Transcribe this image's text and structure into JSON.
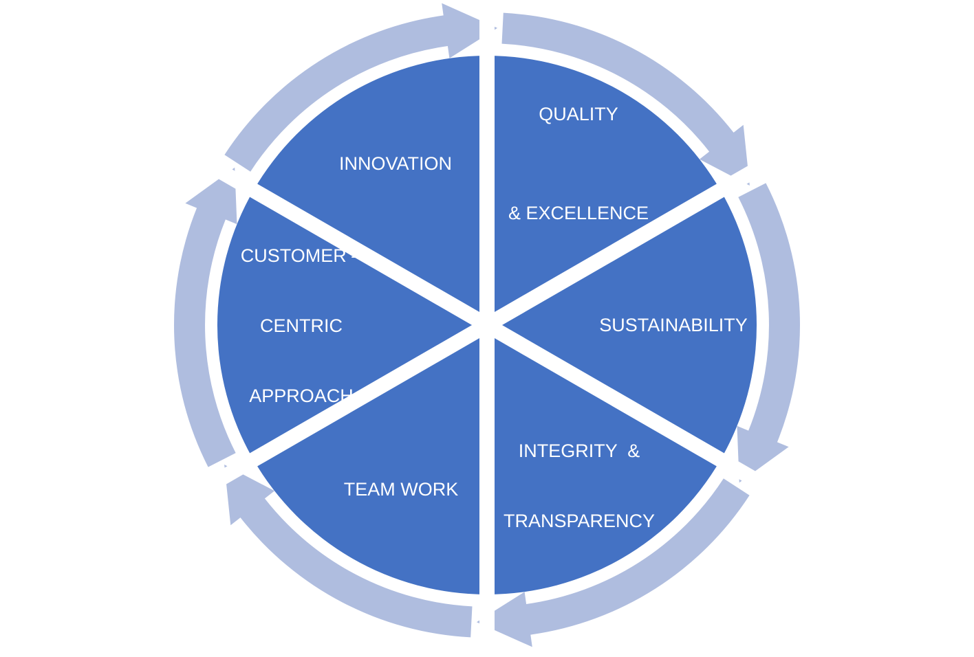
{
  "colors": {
    "segment_fill": "#4472C4",
    "ring_fill": "#AFBDDF",
    "background": "#FFFFFF",
    "label_text": "#FFFFFF"
  },
  "segments": [
    {
      "id": "innovation",
      "lines": [
        "INNOVATION"
      ]
    },
    {
      "id": "quality",
      "lines": [
        "QUALITY",
        "& EXCELLENCE"
      ]
    },
    {
      "id": "sustainability",
      "lines": [
        "SUSTAINABILITY"
      ]
    },
    {
      "id": "integrity",
      "lines": [
        "INTEGRITY  &",
        "TRANSPARENCY"
      ]
    },
    {
      "id": "teamwork",
      "lines": [
        "TEAM WORK"
      ]
    },
    {
      "id": "customer",
      "lines": [
        "CUSTOMER –",
        "CENTRIC",
        "APPROACH"
      ]
    }
  ],
  "cycle_arrows": {
    "count": 6,
    "direction": "clockwise",
    "icon": "circular-arrow"
  }
}
